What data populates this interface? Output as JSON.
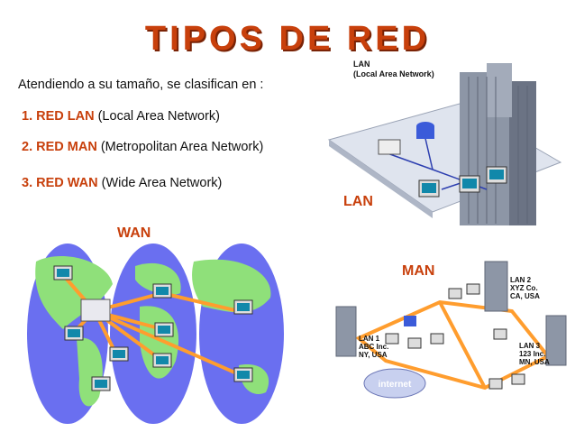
{
  "title": "TIPOS DE RED",
  "intro": "Atendiendo a su tamaño, se clasifican en :",
  "items": [
    {
      "key": "1. RED LAN",
      "desc": " (Local Area Network)"
    },
    {
      "key": "2. RED MAN",
      "desc": " (Metropolitan Area Network)"
    },
    {
      "key": "3. RED WAN",
      "desc": " (Wide Area Network)"
    }
  ],
  "labels": {
    "wan": "WAN",
    "lan": "LAN",
    "man": "MAN"
  },
  "lan_diagram": {
    "caption_line1": "LAN",
    "caption_line2": "(Local Area Network)"
  },
  "man_diagram": {
    "lan1": [
      "LAN 1",
      "ABC Inc.",
      "NY, USA"
    ],
    "lan2": [
      "LAN 2",
      "XYZ Co.",
      "CA, USA"
    ],
    "lan3": [
      "LAN 3",
      "123 Inc.",
      "MN, USA"
    ],
    "cloud": "internet"
  },
  "colors": {
    "accent": "#c8400c",
    "ocean": "#6a6ff0",
    "land": "#8fe07a",
    "link": "#ff9d2e"
  }
}
